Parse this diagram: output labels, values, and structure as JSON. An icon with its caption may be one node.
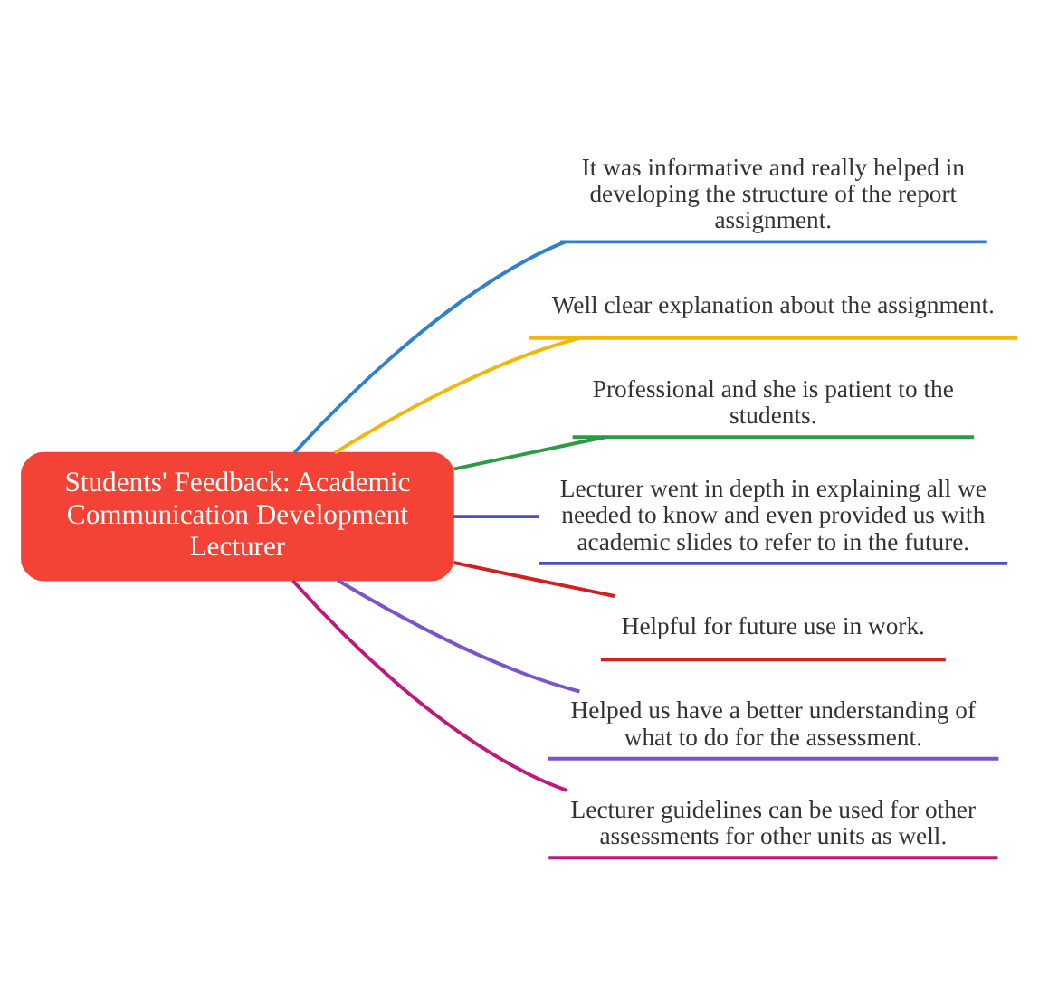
{
  "diagram": {
    "nodes": [
      {
        "text": [
          "Students' Feedback: Academic Communication Development Lecturer"
        ]
      },
      {
        "text": [
          "It was informative and really helped in developing the structure of the report assignment."
        ]
      },
      {
        "text": [
          "Well clear explanation about the assignment."
        ]
      },
      {
        "text": [
          "Professional and she is patient to the students."
        ]
      },
      {
        "text": [
          "Lecturer went in depth in explaining all we needed to know and even provided us with academic slides to refer to in the future."
        ]
      },
      {
        "text": [
          "Helpful for future use in work."
        ]
      },
      {
        "text": [
          "Helped us have a better understanding of what to do for the assessment."
        ]
      },
      {
        "text": [
          "Lecturer guidelines can be used for other assessments for other units as well."
        ]
      }
    ],
    "edges": [
      {
        "from": 0,
        "to": 1,
        "arrow": "none",
        "color": "#2f80d0"
      },
      {
        "from": 0,
        "to": 2,
        "arrow": "none",
        "color": "#f2b705"
      },
      {
        "from": 0,
        "to": 3,
        "arrow": "none",
        "color": "#2e9a46"
      },
      {
        "from": 0,
        "to": 4,
        "arrow": "none",
        "color": "#4b4fc4"
      },
      {
        "from": 0,
        "to": 5,
        "arrow": "none",
        "color": "#d0201f"
      },
      {
        "from": 0,
        "to": 6,
        "arrow": "none",
        "color": "#7a55c8"
      },
      {
        "from": 0,
        "to": 7,
        "arrow": "none",
        "color": "#c0187a"
      }
    ]
  }
}
